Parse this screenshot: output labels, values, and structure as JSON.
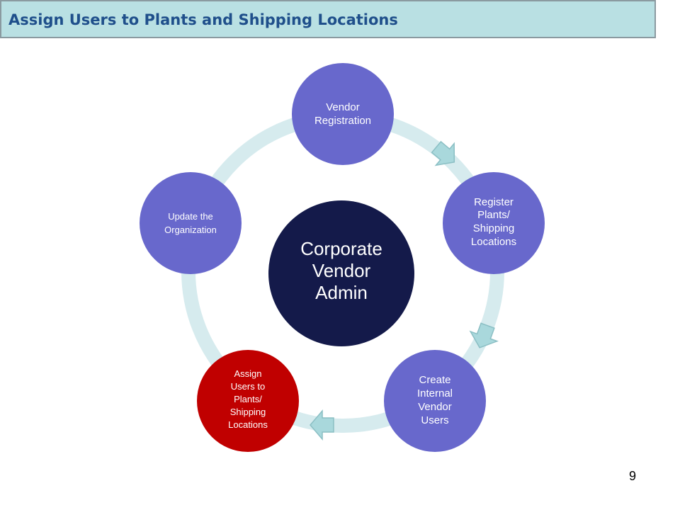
{
  "header": {
    "title": "Assign Users to Plants and Shipping Locations"
  },
  "diagram": {
    "center": {
      "lines": [
        "Corporate",
        "Vendor",
        "Admin"
      ],
      "color": "#141a4a"
    },
    "nodes": [
      {
        "id": "vendor-registration",
        "lines": [
          "Vendor",
          "Registration"
        ],
        "color": "#6868cc",
        "highlighted": false
      },
      {
        "id": "register-plants",
        "lines": [
          "Register",
          "Plants/",
          "Shipping",
          "Locations"
        ],
        "color": "#6868cc",
        "highlighted": false
      },
      {
        "id": "create-internal-vendor-users",
        "lines": [
          "Create",
          "Internal",
          "Vendor",
          "Users"
        ],
        "color": "#6868cc",
        "highlighted": false
      },
      {
        "id": "assign-users",
        "lines": [
          "Assign",
          "Users to",
          "Plants/",
          "Shipping",
          "Locations"
        ],
        "color": "#c00000",
        "highlighted": true
      },
      {
        "id": "update-organization",
        "lines": [
          "Update  the",
          "Organization"
        ],
        "color": "#6868cc",
        "highlighted": false
      }
    ],
    "ring_color": "#d6ebee",
    "arrow_color": "#a9d8dc"
  },
  "footer": {
    "page_number": "9"
  }
}
